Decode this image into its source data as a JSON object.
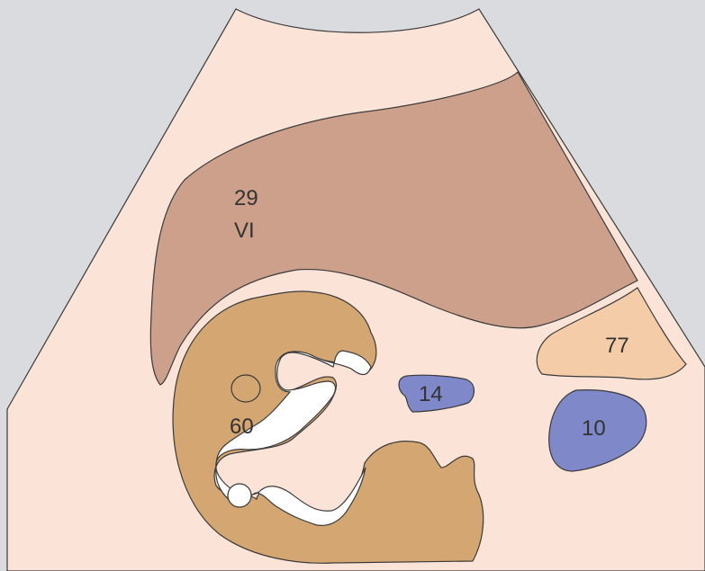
{
  "labels": {
    "liver_number": "29",
    "liver_segment": "VI",
    "kidney": "60",
    "vessel_small": "14",
    "right_region": "77",
    "vessel_large": "10"
  },
  "colors": {
    "background": "#d9dbdf",
    "scan_field": "#fbe3d8",
    "liver": "#cda08c",
    "kidney": "#d4a671",
    "peach_region": "#f5cca8",
    "vessel": "#7f88c9",
    "outline": "#3a3a3a",
    "white_cutouts": "#ffffff"
  }
}
